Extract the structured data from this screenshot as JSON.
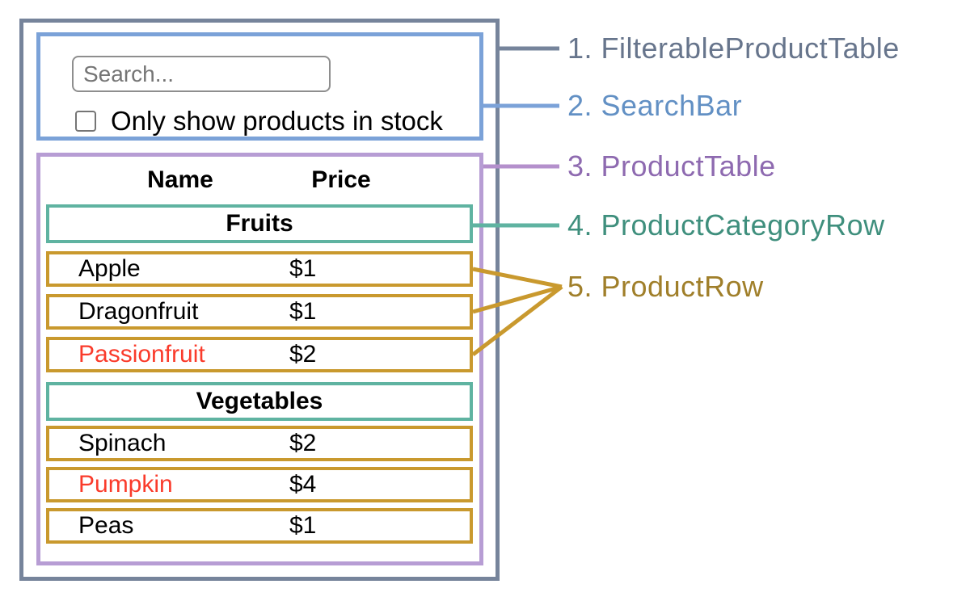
{
  "search": {
    "placeholder": "Search...",
    "checkbox_label": "Only show products in stock",
    "checkbox_checked": false
  },
  "table": {
    "headers": {
      "name": "Name",
      "price": "Price"
    },
    "sections": [
      {
        "category": "Fruits",
        "rows": [
          {
            "name": "Apple",
            "price": "$1",
            "stocked": true
          },
          {
            "name": "Dragonfruit",
            "price": "$1",
            "stocked": true
          },
          {
            "name": "Passionfruit",
            "price": "$2",
            "stocked": false
          }
        ]
      },
      {
        "category": "Vegetables",
        "rows": [
          {
            "name": "Spinach",
            "price": "$2",
            "stocked": true
          },
          {
            "name": "Pumpkin",
            "price": "$4",
            "stocked": false
          },
          {
            "name": "Peas",
            "price": "$1",
            "stocked": true
          }
        ]
      }
    ]
  },
  "annotations": {
    "items": [
      {
        "text": "1. FilterableProductTable",
        "color": "#67758C"
      },
      {
        "text": "2. SearchBar",
        "color": "#6290C4"
      },
      {
        "text": "3. ProductTable",
        "color": "#8E6AB0"
      },
      {
        "text": "4. ProductCategoryRow",
        "color": "#3F8F7D"
      },
      {
        "text": "5. ProductRow",
        "color": "#A07F2A"
      }
    ]
  },
  "colors": {
    "filterable_product_table_border": "#76849B",
    "search_bar_border": "#7BA2D8",
    "product_table_border": "#B79DD4",
    "category_row_border": "#5FB3A1",
    "product_row_border": "#C9992E",
    "out_of_stock_text": "#FA3B2B",
    "connector_purple": "#B490CC"
  }
}
